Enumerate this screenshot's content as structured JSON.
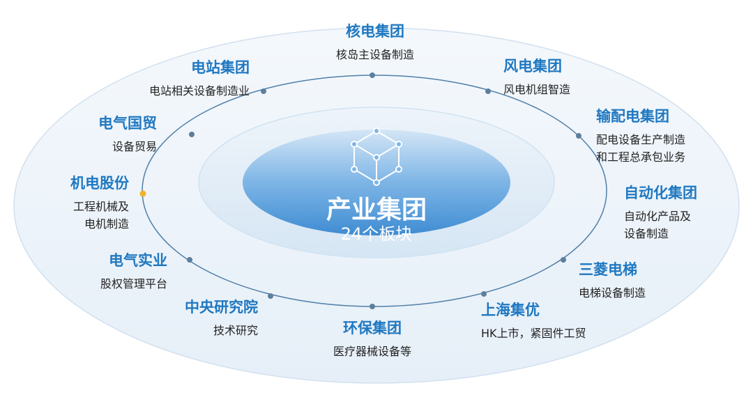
{
  "center": {
    "title": "产业集团",
    "subtitle": "24个板块",
    "icon": "cube-network-icon"
  },
  "colors": {
    "title": "#1f78c1",
    "text": "#222222",
    "orbit": "#4f7fa8",
    "dot": "#5d7f9e",
    "highlight_dot": "#f0b429",
    "core": "#4a95d6"
  },
  "groups": [
    {
      "title": "核电集团",
      "desc": [
        "核岛主设备制造"
      ]
    },
    {
      "title": "电站集团",
      "desc": [
        "电站相关设备制造业"
      ]
    },
    {
      "title": "风电集团",
      "desc": [
        "风电机组智造"
      ]
    },
    {
      "title": "电气国贸",
      "desc": [
        "设备贸易"
      ]
    },
    {
      "title": "输配电集团",
      "desc": [
        "配电设备生产制造",
        "和工程总承包业务"
      ]
    },
    {
      "title": "机电股份",
      "desc": [
        "工程机械及",
        "电机制造"
      ]
    },
    {
      "title": "自动化集团",
      "desc": [
        "自动化产品及",
        "设备制造"
      ]
    },
    {
      "title": "电气实业",
      "desc": [
        "股权管理平台"
      ]
    },
    {
      "title": "三菱电梯",
      "desc": [
        "电梯设备制造"
      ]
    },
    {
      "title": "中央研究院",
      "desc": [
        "技术研究"
      ]
    },
    {
      "title": "环保集团",
      "desc": [
        "医疗器械设备等"
      ]
    },
    {
      "title": "上海集优",
      "desc": [
        "HK上市，紧固件工贸"
      ]
    }
  ]
}
